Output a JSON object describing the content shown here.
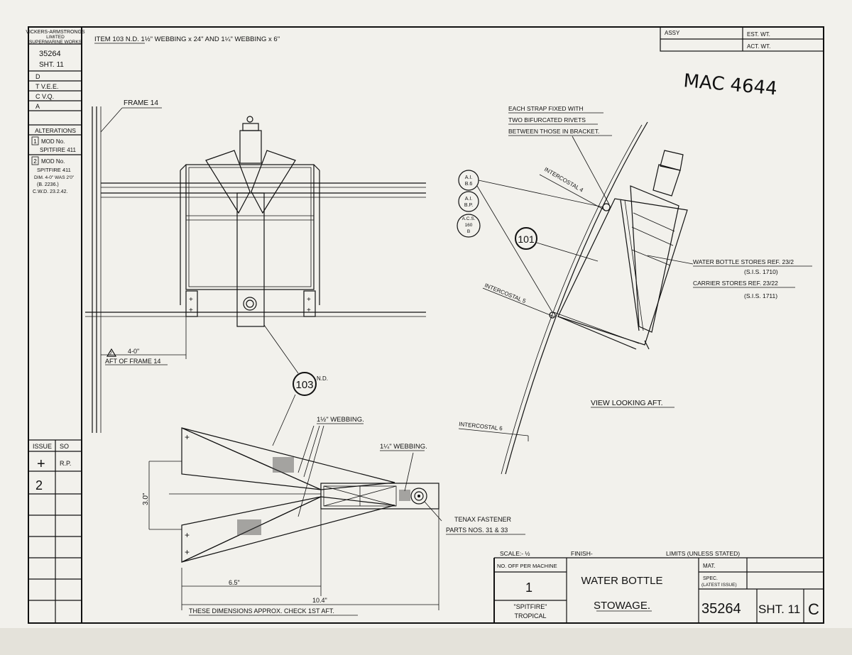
{
  "title_block_left": {
    "firm": [
      "VICKERS-ARMSTRONGS",
      "LIMITED",
      "SUPERMARINE WORKS"
    ],
    "drawing_no": "35264",
    "sheet": "SHT. 11",
    "rows": [
      "D",
      "T  V.E.E.",
      "C  V.Q.",
      "A"
    ],
    "alterations_title": "ALTERATIONS",
    "alteration_1": [
      "MOD No.",
      "SPITFIRE 411"
    ],
    "alteration_2": [
      "MOD No.",
      "SPITFIRE 411",
      "DIM. 4-0\" WAS 2'0\"",
      "(B. 2236.)",
      "C.W.D. 23.2.42."
    ],
    "alteration_marks": [
      "1",
      "2"
    ],
    "issue_header": "ISSUE",
    "so_header": "SO",
    "issue_rows": [
      {
        "issue": "+",
        "so": "R.P."
      },
      {
        "issue": "2",
        "so": ""
      }
    ]
  },
  "header_note": "ITEM 103 N.D.   1½\" WEBBING x 24\" AND 1¼\" WEBBING x 6\"",
  "top_right_block": {
    "assy": "ASSY",
    "est_wt": "EST. WT.",
    "act_wt": "ACT. WT."
  },
  "stamp": "MAC 4644",
  "labels": {
    "frame": "FRAME 14",
    "aft_dim": "4-0\"",
    "aft_of_frame": "AFT OF FRAME 14",
    "alteration_flag": "2",
    "balloon_103": "103",
    "balloon_103_suffix": "N.D.",
    "webbing_15": "1½\" WEBBING.",
    "webbing_125": "1¼\" WEBBING.",
    "tenax_1": "TENAX FASTENER",
    "tenax_2": "PARTS NOS. 31 & 33",
    "dim_height": "3.0\"",
    "dim_65": "6.5\"",
    "dim_104": "10.4\"",
    "dims_note": "THESE DIMENSIONS APPROX. CHECK 1ST AFT.",
    "strap_note": [
      "EACH STRAP FIXED WITH",
      "TWO BIFURCATED RIVETS",
      "BETWEEN THOSE IN BRACKET."
    ],
    "intercostal_4": "INTERCOSTAL 4",
    "intercostal_5": "INTERCOSTAL 5",
    "intercostal_6": "INTERCOSTAL 6",
    "balloon_101": "101",
    "ref_ai_b6": [
      "A.I.",
      "B.6"
    ],
    "ref_ai_bp": [
      "A.I.",
      "B.P."
    ],
    "ref_acs": [
      "A.C.S.",
      "160",
      "B"
    ],
    "water_bottle_1": "WATER BOTTLE  STORES REF. 23/2",
    "water_bottle_2": "(S.I.S. 1710)",
    "carrier_1": "CARRIER  STORES REF. 23/22",
    "carrier_2": "(S.I.S. 1711)",
    "view_looking_aft": "VIEW LOOKING AFT."
  },
  "title_block": {
    "scale": "SCALE:- ½",
    "finish": "FINISH-",
    "limits": "LIMITS (UNLESS STATED)",
    "no_off_label": "NO. OFF PER MACHINE",
    "no_off_value": "1",
    "aircraft": [
      "\"SPITFIRE\"",
      "TROPICAL"
    ],
    "title": [
      "WATER BOTTLE",
      "STOWAGE."
    ],
    "mat": "MAT.",
    "spec": [
      "SPEC.",
      "(LATEST ISSUE)"
    ],
    "drawing_no": "35264",
    "sheet": "SHT. 11",
    "issue_letter": "C"
  }
}
